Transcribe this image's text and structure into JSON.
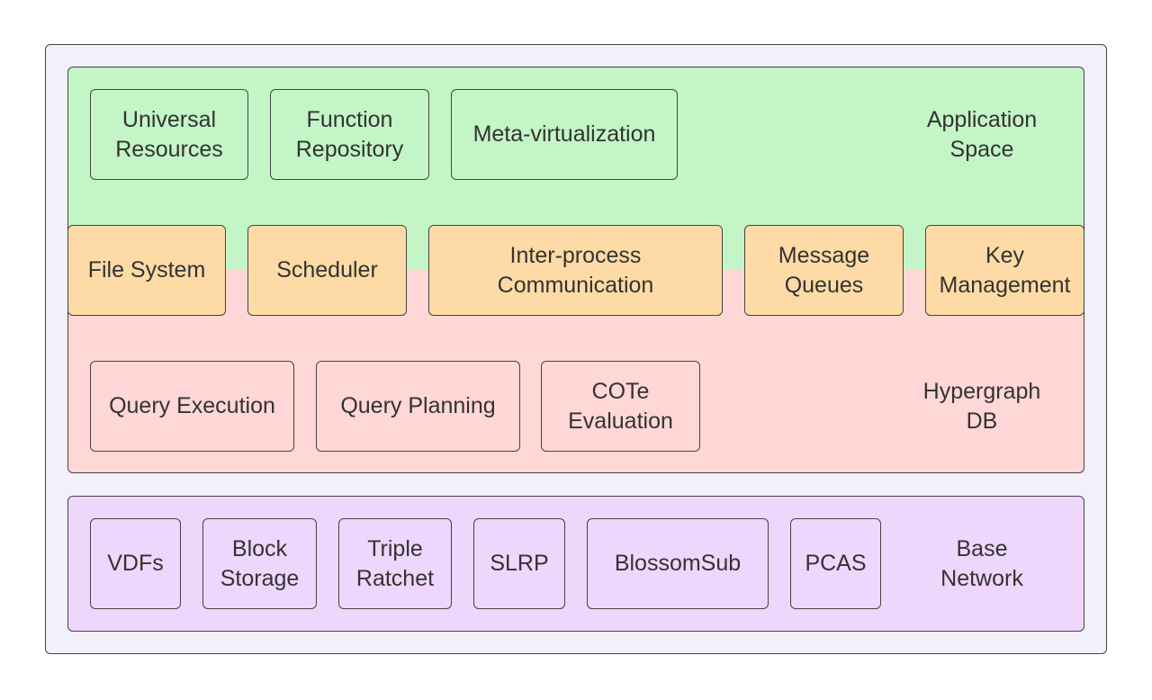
{
  "layers": {
    "application": {
      "label": "Application\nSpace"
    },
    "hypergraph": {
      "label": "Hypergraph\nDB"
    },
    "base": {
      "label": "Base\nNetwork"
    }
  },
  "application_items": [
    "Universal\nResources",
    "Function\nRepository",
    "Meta-virtualization"
  ],
  "system_items": [
    "File System",
    "Scheduler",
    "Inter-process\nCommunication",
    "Message\nQueues",
    "Key\nManagement"
  ],
  "hypergraph_items": [
    "Query Execution",
    "Query Planning",
    "COTe\nEvaluation"
  ],
  "base_items": [
    "VDFs",
    "Block\nStorage",
    "Triple\nRatchet",
    "SLRP",
    "BlossomSub",
    "PCAS"
  ],
  "colors": {
    "outer": "#f1f0fb",
    "application": "#c4f5c6",
    "system": "#fedba6",
    "hypergraph": "#ffd7d6",
    "base": "#efd6fc",
    "border": "#444444"
  }
}
